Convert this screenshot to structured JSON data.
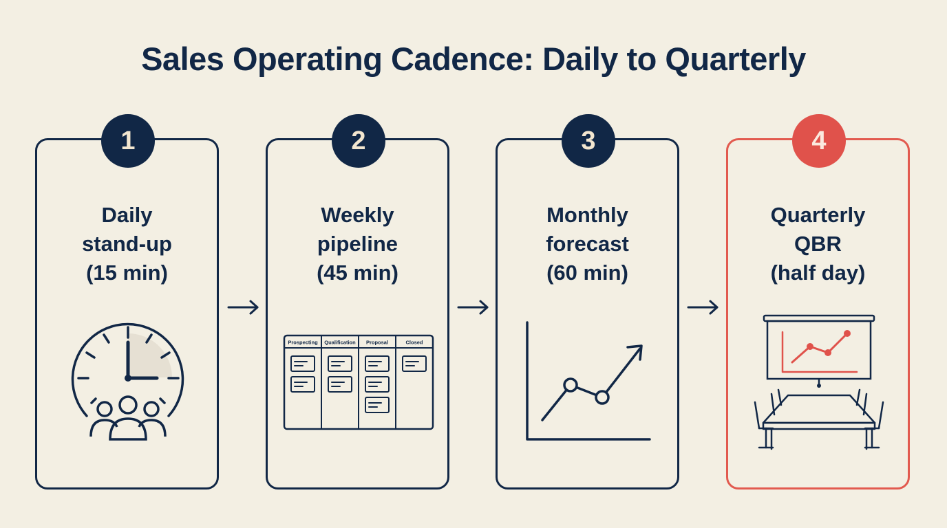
{
  "title": "Sales Operating Cadence: Daily to Quarterly",
  "steps": [
    {
      "number": "1",
      "lines": [
        "Daily",
        "stand-up",
        "(15 min)"
      ]
    },
    {
      "number": "2",
      "lines": [
        "Weekly",
        "pipeline",
        "(45 min)"
      ]
    },
    {
      "number": "3",
      "lines": [
        "Monthly",
        "forecast",
        "(60 min)"
      ]
    },
    {
      "number": "4",
      "lines": [
        "Quarterly",
        "QBR",
        "(half day)"
      ]
    }
  ],
  "pipeline_board": {
    "columns": [
      "Prospecting",
      "Qualification",
      "Proposal",
      "Closed"
    ]
  },
  "colors": {
    "navy": "#112746",
    "accent": "#e0524b",
    "background": "#f3efe3"
  },
  "icons": [
    "clock-icon",
    "team-icon",
    "kanban-board-icon",
    "growth-chart-icon",
    "presentation-screen-icon",
    "conference-table-icon",
    "arrow-right-icon"
  ]
}
